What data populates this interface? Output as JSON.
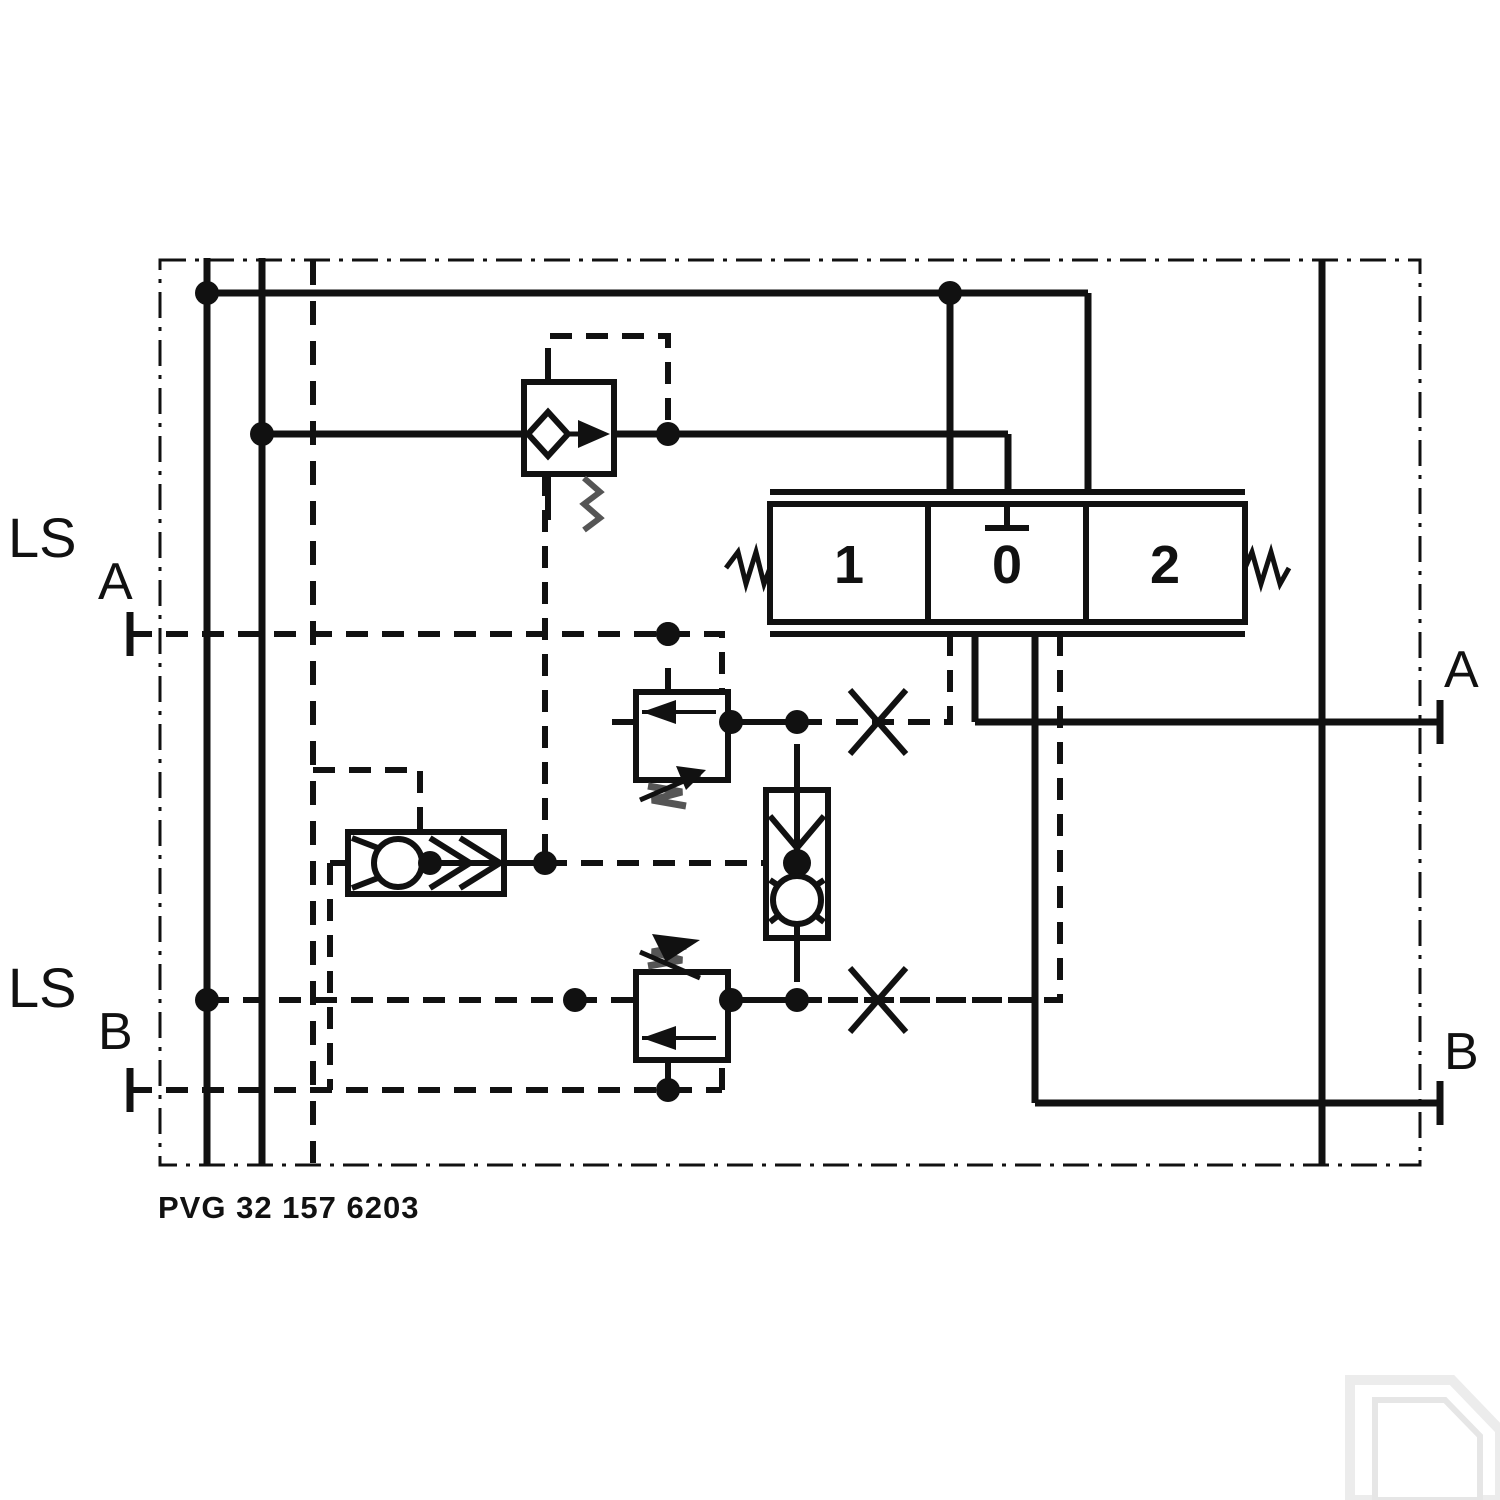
{
  "diagram": {
    "title": "PVG 32 157 6203",
    "type": "hydraulic-schematic",
    "caption": "PVG 32 157 6203",
    "colors": {
      "line": "#111111",
      "background": "#ffffff",
      "watermark": "#f2f2f2"
    }
  },
  "ports": {
    "left": [
      {
        "id": "ls-a",
        "label_main": "LS",
        "label_sub": "A"
      },
      {
        "id": "ls-b",
        "label_main": "LS",
        "label_sub": "B"
      }
    ],
    "right": [
      {
        "id": "port-a",
        "label": "A"
      },
      {
        "id": "port-b",
        "label": "B"
      }
    ]
  },
  "spool_valve": {
    "name": "main-spool-valve",
    "positions": [
      {
        "index": 0,
        "label": "1"
      },
      {
        "index": 1,
        "label": "0"
      },
      {
        "index": 2,
        "label": "2"
      }
    ],
    "left_actuator": "spring",
    "right_actuator": "spring",
    "center_detent": "neutral"
  },
  "components": [
    {
      "id": "pressure-compensator",
      "name": "pressure-compensator-valve",
      "kind": "compensator"
    },
    {
      "id": "shuttle-valve",
      "name": "shuttle-valve",
      "kind": "shuttle"
    },
    {
      "id": "relief-valve-a",
      "name": "shock-relief-valve-a",
      "kind": "relief-adjustable"
    },
    {
      "id": "relief-valve-b",
      "name": "shock-relief-valve-b",
      "kind": "relief-adjustable"
    },
    {
      "id": "anti-cavitation",
      "name": "anti-cavitation-check-valve",
      "kind": "check"
    },
    {
      "id": "orifice-a",
      "name": "orifice-restrictor-a",
      "kind": "orifice"
    },
    {
      "id": "orifice-b",
      "name": "orifice-restrictor-b",
      "kind": "orifice"
    }
  ],
  "watermark": {
    "glyph": "D",
    "name": "danfoss-watermark"
  }
}
